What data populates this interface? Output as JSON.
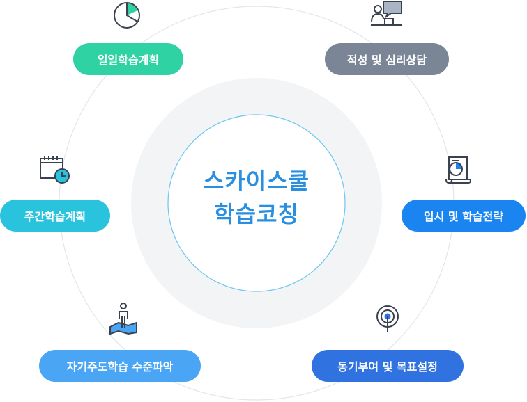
{
  "center": {
    "line1": "스카이스쿨",
    "line2": "학습코칭"
  },
  "items": [
    {
      "label": "일일학습계획",
      "color": "#2ed2a3",
      "icon": "pie-chart-icon"
    },
    {
      "label": "적성 및 심리상담",
      "color": "#7a8596",
      "icon": "counseling-icon"
    },
    {
      "label": "입시 및 학습전략",
      "color": "#1a85f0",
      "icon": "report-document-icon"
    },
    {
      "label": "동기부여 및 목표설정",
      "color": "#2f72e0",
      "icon": "target-icon"
    },
    {
      "label": "자기주도학습 수준파악",
      "color": "#4aa6f5",
      "icon": "person-on-map-icon"
    },
    {
      "label": "주간학습계획",
      "color": "#29c3de",
      "icon": "calendar-clock-icon"
    }
  ]
}
